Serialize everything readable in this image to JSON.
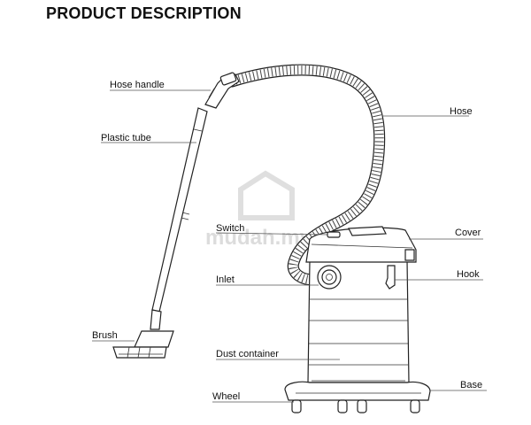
{
  "header": {
    "title": "PRODUCT DESCRIPTION"
  },
  "watermark": {
    "text": "mudah.my"
  },
  "labels": {
    "hose_handle": "Hose handle",
    "hose": "Hose",
    "plastic_tube": "Plastic tube",
    "switch": "Switch",
    "cover": "Cover",
    "inlet": "Inlet",
    "hook": "Hook",
    "brush": "Brush",
    "dust_container": "Dust container",
    "wheel": "Wheel",
    "base": "Base"
  },
  "colors": {
    "line": "#222222",
    "text": "#111111",
    "watermark": "#d9d9d9"
  }
}
